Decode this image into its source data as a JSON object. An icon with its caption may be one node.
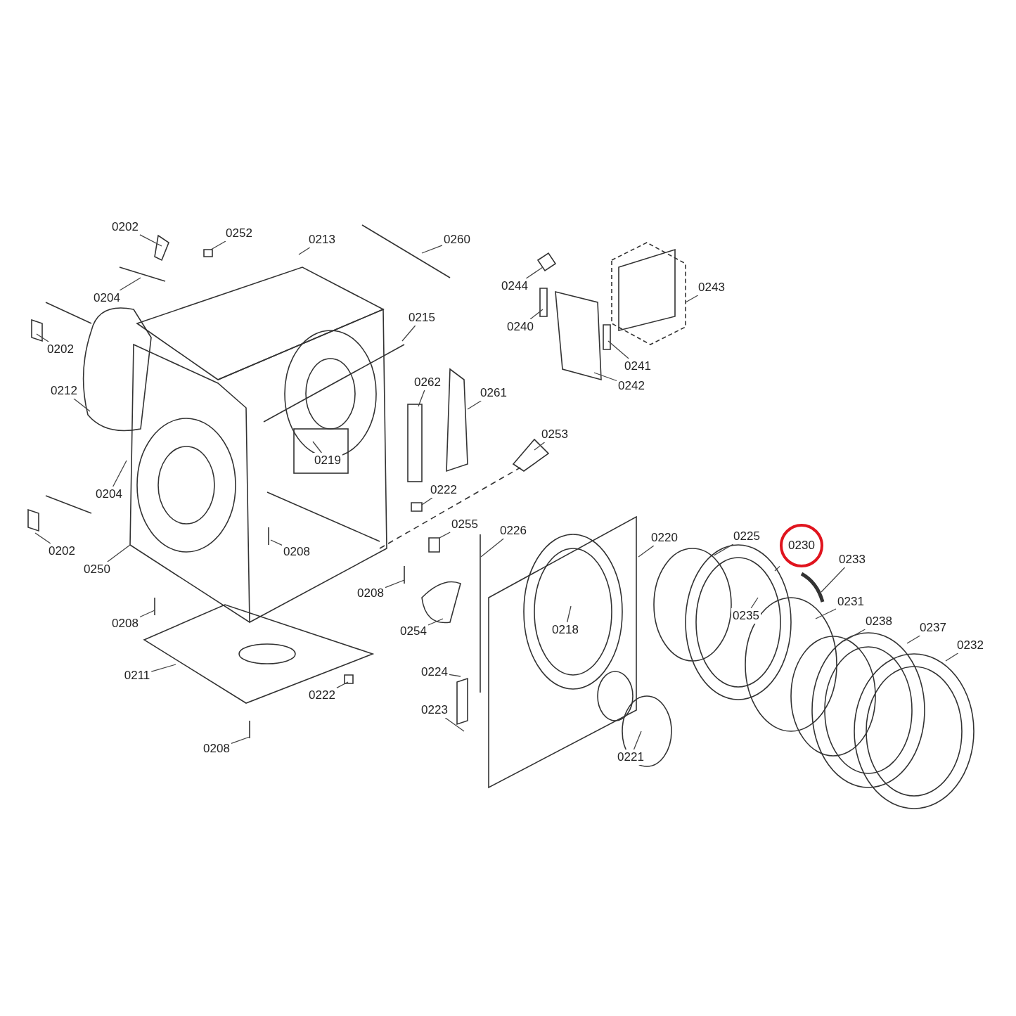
{
  "diagram": {
    "nodes": [
      {
        "text": [
          "0202"
        ]
      },
      {
        "text": [
          "0252"
        ]
      },
      {
        "text": [
          "0213"
        ]
      },
      {
        "text": [
          "0260"
        ]
      },
      {
        "text": [
          "0204"
        ]
      },
      {
        "text": [
          "0202"
        ]
      },
      {
        "text": [
          "0215"
        ]
      },
      {
        "text": [
          "0244"
        ]
      },
      {
        "text": [
          "0243"
        ]
      },
      {
        "text": [
          "0240"
        ]
      },
      {
        "text": [
          "0241"
        ]
      },
      {
        "text": [
          "0242"
        ]
      },
      {
        "text": [
          "0212"
        ]
      },
      {
        "text": [
          "0262"
        ]
      },
      {
        "text": [
          "0261"
        ]
      },
      {
        "text": [
          "0253"
        ]
      },
      {
        "text": [
          "0219"
        ]
      },
      {
        "text": [
          "0204"
        ]
      },
      {
        "text": [
          "0222"
        ]
      },
      {
        "text": [
          "0255"
        ]
      },
      {
        "text": [
          "0226"
        ]
      },
      {
        "text": [
          "0220"
        ]
      },
      {
        "text": [
          "0225"
        ]
      },
      {
        "text": [
          "0230"
        ]
      },
      {
        "text": [
          "0233"
        ]
      },
      {
        "text": [
          "0202"
        ]
      },
      {
        "text": [
          "0250"
        ]
      },
      {
        "text": [
          "0208"
        ]
      },
      {
        "text": [
          "0208"
        ]
      },
      {
        "text": [
          "0235"
        ]
      },
      {
        "text": [
          "0231"
        ]
      },
      {
        "text": [
          "0218"
        ]
      },
      {
        "text": [
          "0238"
        ]
      },
      {
        "text": [
          "0237"
        ]
      },
      {
        "text": [
          "0232"
        ]
      },
      {
        "text": [
          "0208"
        ]
      },
      {
        "text": [
          "0254"
        ]
      },
      {
        "text": [
          "0211"
        ]
      },
      {
        "text": [
          "0224"
        ]
      },
      {
        "text": [
          "0222"
        ]
      },
      {
        "text": [
          "0223"
        ]
      },
      {
        "text": [
          "0221"
        ]
      },
      {
        "text": [
          "0208"
        ]
      }
    ],
    "edges": [
      {
        "from": 0,
        "to": null,
        "arrow": "none"
      },
      {
        "from": 1,
        "to": null,
        "arrow": "none"
      },
      {
        "from": 2,
        "to": null,
        "arrow": "none"
      },
      {
        "from": 3,
        "to": null,
        "arrow": "none"
      },
      {
        "from": 4,
        "to": null,
        "arrow": "none"
      },
      {
        "from": 5,
        "to": null,
        "arrow": "none"
      },
      {
        "from": 6,
        "to": null,
        "arrow": "none"
      },
      {
        "from": 7,
        "to": null,
        "arrow": "none"
      },
      {
        "from": 8,
        "to": null,
        "arrow": "none"
      },
      {
        "from": 9,
        "to": null,
        "arrow": "none"
      },
      {
        "from": 10,
        "to": null,
        "arrow": "none"
      },
      {
        "from": 11,
        "to": null,
        "arrow": "none"
      },
      {
        "from": 12,
        "to": null,
        "arrow": "none"
      },
      {
        "from": 13,
        "to": null,
        "arrow": "none"
      },
      {
        "from": 14,
        "to": null,
        "arrow": "none"
      },
      {
        "from": 15,
        "to": null,
        "arrow": "none"
      },
      {
        "from": 16,
        "to": null,
        "arrow": "none"
      },
      {
        "from": 17,
        "to": null,
        "arrow": "none"
      },
      {
        "from": 18,
        "to": null,
        "arrow": "none"
      },
      {
        "from": 19,
        "to": null,
        "arrow": "none"
      },
      {
        "from": 20,
        "to": null,
        "arrow": "none"
      },
      {
        "from": 21,
        "to": null,
        "arrow": "none"
      },
      {
        "from": 22,
        "to": null,
        "arrow": "none"
      },
      {
        "from": 23,
        "to": null,
        "arrow": "none"
      },
      {
        "from": 24,
        "to": null,
        "arrow": "none"
      },
      {
        "from": 25,
        "to": null,
        "arrow": "none"
      },
      {
        "from": 26,
        "to": null,
        "arrow": "none"
      },
      {
        "from": 27,
        "to": null,
        "arrow": "none"
      },
      {
        "from": 28,
        "to": null,
        "arrow": "none"
      },
      {
        "from": 29,
        "to": null,
        "arrow": "none"
      },
      {
        "from": 30,
        "to": null,
        "arrow": "none"
      },
      {
        "from": 31,
        "to": null,
        "arrow": "none"
      },
      {
        "from": 32,
        "to": null,
        "arrow": "none"
      },
      {
        "from": 33,
        "to": null,
        "arrow": "none"
      },
      {
        "from": 34,
        "to": null,
        "arrow": "none"
      },
      {
        "from": 35,
        "to": null,
        "arrow": "none"
      },
      {
        "from": 36,
        "to": null,
        "arrow": "none"
      },
      {
        "from": 37,
        "to": null,
        "arrow": "none"
      },
      {
        "from": 38,
        "to": null,
        "arrow": "none"
      },
      {
        "from": 39,
        "to": null,
        "arrow": "none"
      },
      {
        "from": 40,
        "to": null,
        "arrow": "none"
      },
      {
        "from": 41,
        "to": null,
        "arrow": "none"
      },
      {
        "from": 42,
        "to": null,
        "arrow": "none"
      }
    ]
  }
}
